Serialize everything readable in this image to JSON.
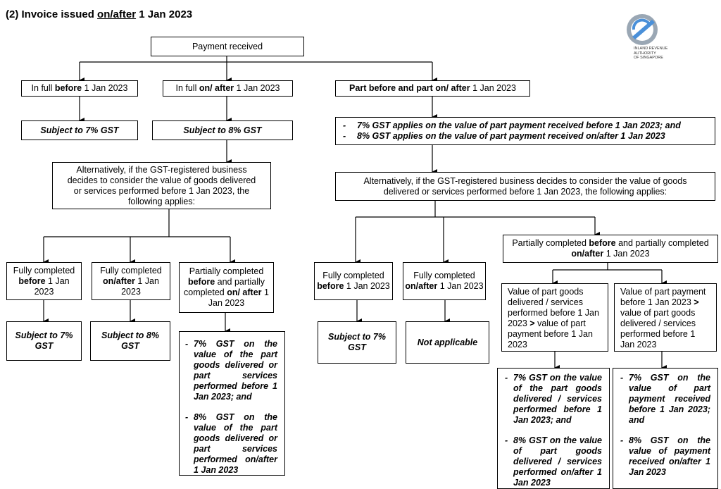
{
  "title": {
    "prefix": "(2)  Invoice issued ",
    "underlined": "on/after",
    "suffix": " 1 Jan 2023"
  },
  "logo": {
    "line1": "INLAND REVENUE",
    "line2": "AUTHORITY",
    "line3": "OF SINGAPORE",
    "icon": "iras-logo"
  },
  "root": "Payment received",
  "branch1": {
    "pre": "In full ",
    "bold": "before",
    "post": " 1 Jan 2023"
  },
  "branch2": {
    "pre": "In full ",
    "bold": "on/ after",
    "post": " 1 Jan 2023"
  },
  "branch3": {
    "bold": "Part before and part on/ after",
    "post": " 1 Jan 2023"
  },
  "result1": "Subject to 7% GST",
  "result2": "Subject to 8% GST",
  "result3_a": "7% GST applies on the value of part payment received before 1 Jan 2023; and",
  "result3_b": "8% GST applies on the value of part payment received on/after 1 Jan 2023",
  "alt_left": "Alternatively, if the GST-registered business decides to consider the value of goods delivered or services performed before 1 Jan 2023, the following applies:",
  "alt_right": "Alternatively, if the GST-registered business decides to consider the value of goods delivered or services performed before 1 Jan 2023, the following applies:",
  "l_fully_before": {
    "pre": "Fully completed ",
    "bold": "before",
    "post": " 1 Jan 2023"
  },
  "l_fully_after": {
    "pre": "Fully completed ",
    "bold": "on/after",
    "post": " 1 Jan 2023"
  },
  "l_partial": {
    "pre": "Partially completed ",
    "bold1": "before",
    "mid": " and partially completed ",
    "bold2": "on/ after",
    "post": " 1 Jan 2023"
  },
  "l_res_before": "Subject to 7% GST",
  "l_res_after": "Subject to 8% GST",
  "l_res_partial_a": "7% GST on the value of the part goods delivered or part services performed before 1 Jan 2023; and",
  "l_res_partial_b": "8% GST on the value of the part goods delivered or part services performed on/after 1 Jan 2023",
  "r_fully_before": {
    "pre": "Fully completed ",
    "bold": "before",
    "post": " 1 Jan 2023"
  },
  "r_fully_after": {
    "pre": "Fully completed ",
    "bold": "on/after",
    "post": " 1 Jan 2023"
  },
  "r_partial": {
    "pre": "Partially completed ",
    "bold1": "before",
    "mid": " and partially completed ",
    "bold2": "on/after",
    "post": " 1 Jan 2023"
  },
  "r_res_before": "Subject to 7% GST",
  "r_res_after": "Not applicable",
  "r_sub_a": {
    "pre": "Value of part goods delivered / services performed before 1 Jan 2023 ",
    "op": ">",
    "post": " value of part payment before 1 Jan 2023"
  },
  "r_sub_b": {
    "pre": "Value of part payment before 1 Jan 2023 ",
    "op": ">",
    "post": " value of part goods delivered / services performed before 1 Jan 2023"
  },
  "r_sub_a_res_a": "7% GST on the value of the part goods delivered / services performed before 1 Jan 2023; and",
  "r_sub_a_res_b": "8% GST on the value of part goods delivered / services performed on/after 1 Jan 2023",
  "r_sub_b_res_a": "7% GST on the value of part payment received before 1 Jan 2023; and",
  "r_sub_b_res_b": "8% GST on the value of payment received on/after 1 Jan 2023"
}
